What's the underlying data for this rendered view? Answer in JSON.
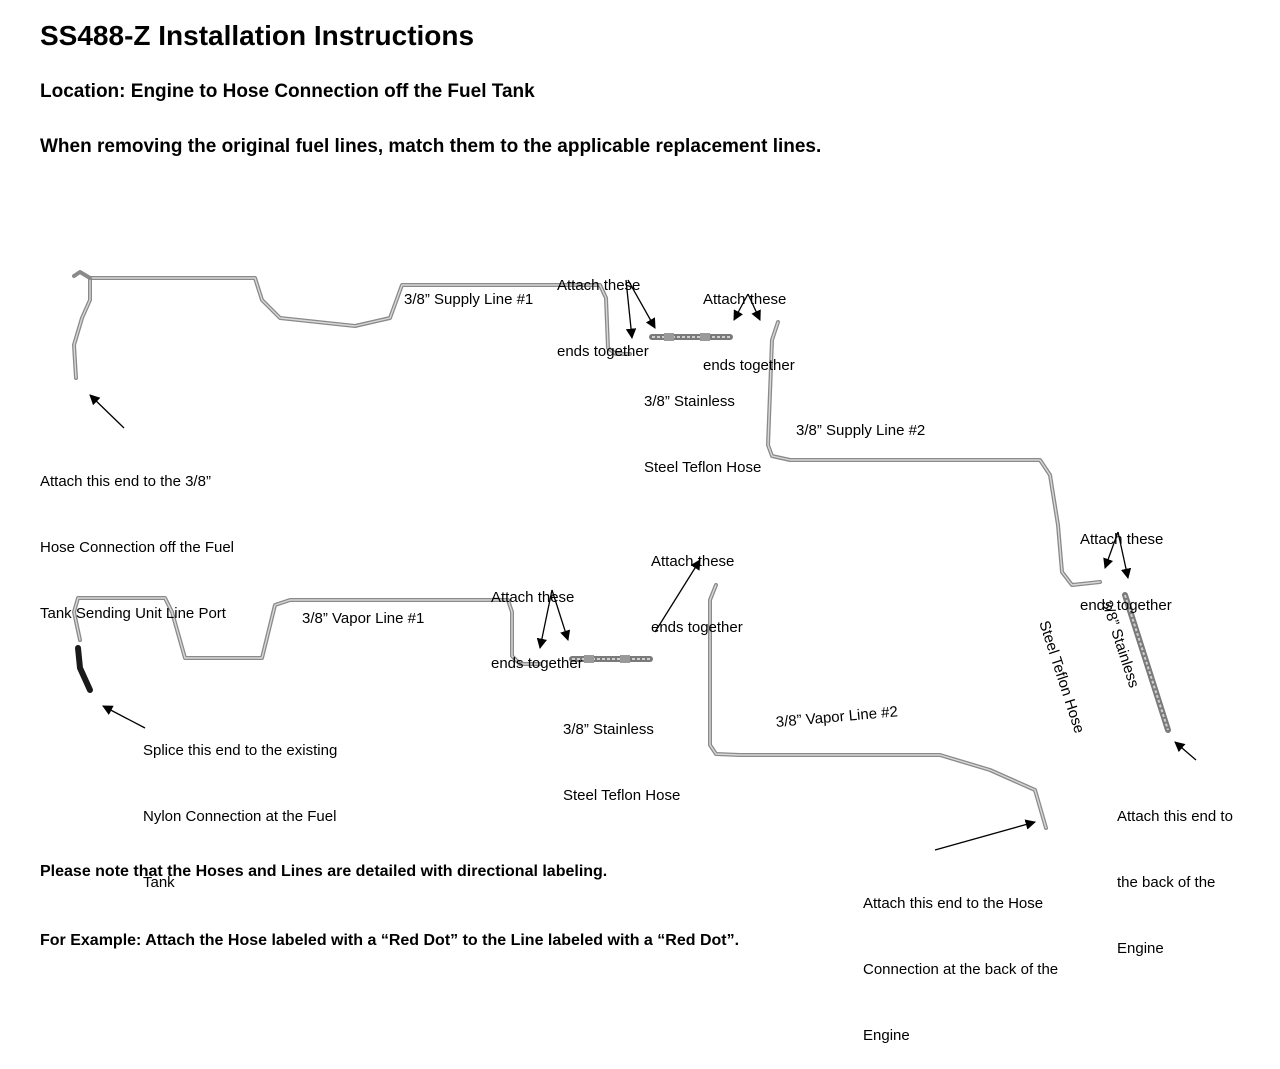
{
  "header": {
    "title": "SS488-Z Installation Instructions",
    "location": "Location: Engine to Hose Connection off the Fuel Tank",
    "instruction": "When removing the original fuel lines, match them to the applicable replacement lines."
  },
  "labels": {
    "supply_line_1": "3/8” Supply Line #1",
    "supply_line_2": "3/8” Supply Line #2",
    "vapor_line_1": "3/8” Vapor Line #1",
    "vapor_line_2": "3/8” Vapor Line #2",
    "hose_top_1": "3/8” Stainless",
    "hose_top_2": "Steel Teflon Hose",
    "hose_bottom_1": "3/8” Stainless",
    "hose_bottom_2": "Steel Teflon Hose",
    "hose_right_1": "3/8” Stainless",
    "hose_right_2": "Steel Teflon Hose",
    "attach_a_1": "Attach these",
    "attach_a_2": "ends together",
    "attach_b_1": "Attach these",
    "attach_b_2": "ends together",
    "attach_c_1": "Attach these",
    "attach_c_2": "ends together",
    "attach_d_1": "Attach these",
    "attach_d_2": "ends together",
    "attach_e_1": "Attach these",
    "attach_e_2": "ends together",
    "tank_1": "Attach this end to the 3/8”",
    "tank_2": "Hose Connection off the Fuel",
    "tank_3": "Tank Sending Unit Line Port",
    "splice_1": "Splice this end to the existing",
    "splice_2": "Nylon Connection at the Fuel",
    "splice_3": "Tank",
    "engine_right_1": "Attach this end to",
    "engine_right_2": "the back of the",
    "engine_right_3": "Engine",
    "engine_bottom_1": "Attach this end to the Hose",
    "engine_bottom_2": "Connection at the back of the",
    "engine_bottom_3": "Engine"
  },
  "notes": {
    "line1": "Please note that the Hoses and Lines are detailed with directional labeling.",
    "line2": "For Example: Attach the Hose labeled with a “Red Dot” to the Line labeled with a “Red Dot”."
  }
}
